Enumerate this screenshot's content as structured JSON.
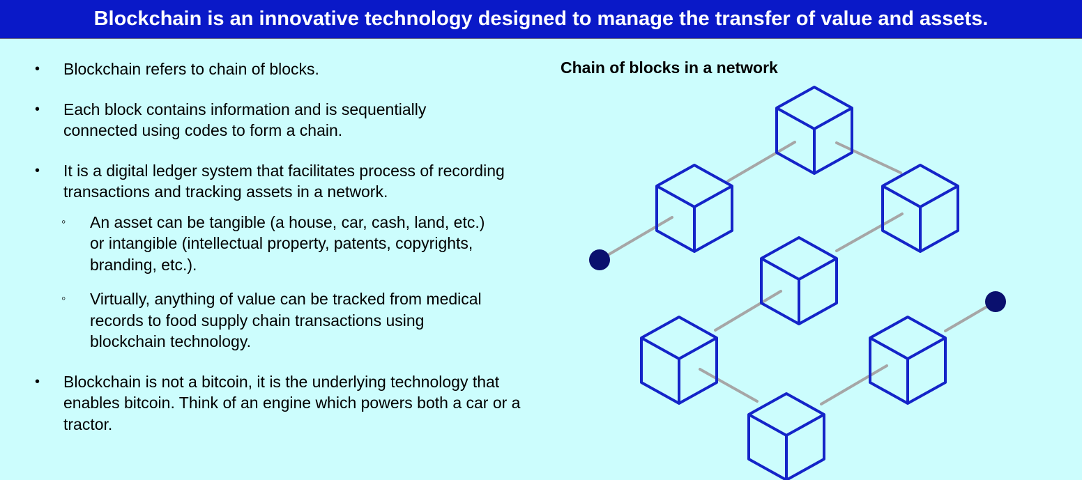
{
  "header": {
    "title": "Blockchain is an innovative technology designed to manage the transfer of value and assets."
  },
  "bullets": [
    {
      "text": "Blockchain refers to chain of blocks."
    },
    {
      "text": "Each block contains information and is sequentially connected using codes to form a chain."
    },
    {
      "text": "It is a digital ledger system that facilitates process of recording transactions and tracking assets in a network."
    },
    {
      "text": "Blockchain is not a bitcoin, it is the underlying technology that enables bitcoin. Think of an engine which powers both a car or a tractor."
    }
  ],
  "sub_bullets": [
    {
      "text": "An asset can be tangible (a house, car, cash, land, etc.) or intangible (intellectual property, patents, copyrights, branding, etc.)."
    },
    {
      "text": "Virtually, anything of value can be tracked from medical records to food supply chain transactions using blockchain technology."
    }
  ],
  "bullet_marks": {
    "main": "•",
    "sub": "◦"
  },
  "diagram": {
    "title": "Chain of blocks in a network",
    "block_color": "#1424c8",
    "link_color": "#a6a6a6",
    "node_color": "#0a106e"
  }
}
